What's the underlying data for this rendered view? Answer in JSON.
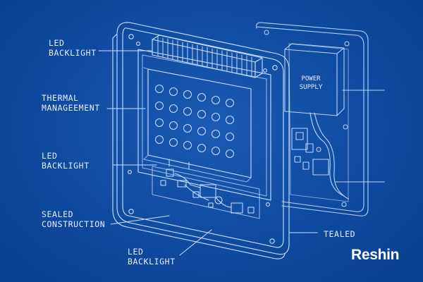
{
  "labels": {
    "led_backlight_top": "LED\nBACKLIGHT",
    "thermal_management": "THERMAL\nMANAGEEMENT",
    "led_backlight_mid": "LED\nBACKLIGHT",
    "sealed_construction": "SEALED\nCONSTRUCTION",
    "led_backlight_bottom": "LED\nBACKLIGHT",
    "tealed": "TEALED"
  },
  "power_supply": "POWER\nSUPPLY",
  "brand": "Reshin",
  "colors": {
    "background": "#0e4aa0",
    "line": "#cfe0ff",
    "text": "#e6efff"
  }
}
